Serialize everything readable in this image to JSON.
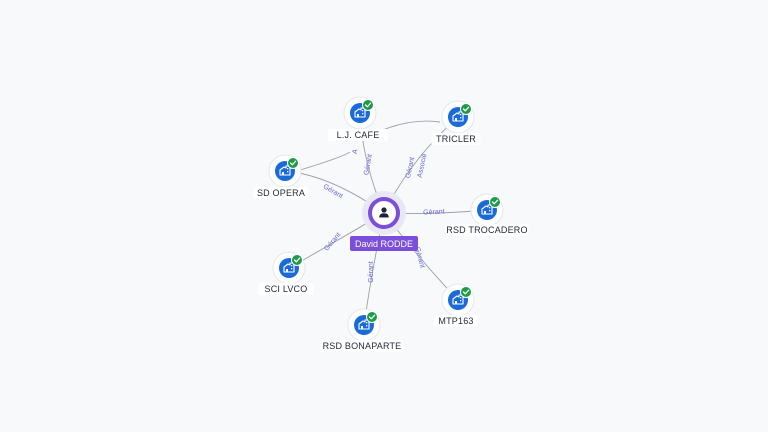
{
  "center": {
    "name": "David RODDE",
    "icon": "person-icon"
  },
  "colors": {
    "center": "#7b4fd9",
    "company": "#1a6bd8",
    "verified": "#1d9b46",
    "edge": "#9aa0ab",
    "edge_label": "#6a66d9"
  },
  "companies": [
    {
      "name": "L.J. CAFE",
      "relation": "Gérant",
      "relation2": "A",
      "icon": "building-icon",
      "verified": true
    },
    {
      "name": "TRICLER",
      "relation": "Gérant",
      "relation2": "Associé",
      "icon": "building-icon",
      "verified": true
    },
    {
      "name": "SD OPERA",
      "relation": "Gérant",
      "icon": "building-icon",
      "verified": true
    },
    {
      "name": "RSD TROCADERO",
      "relation": "Gérant",
      "icon": "building-icon",
      "verified": true
    },
    {
      "name": "SCI LVCO",
      "relation": "Gérant",
      "icon": "building-icon",
      "verified": true
    },
    {
      "name": "RSD BONAPARTE",
      "relation": "Gérant",
      "icon": "building-icon",
      "verified": true
    },
    {
      "name": "MTP163",
      "relation": "Gérant",
      "icon": "building-icon",
      "verified": true
    }
  ]
}
